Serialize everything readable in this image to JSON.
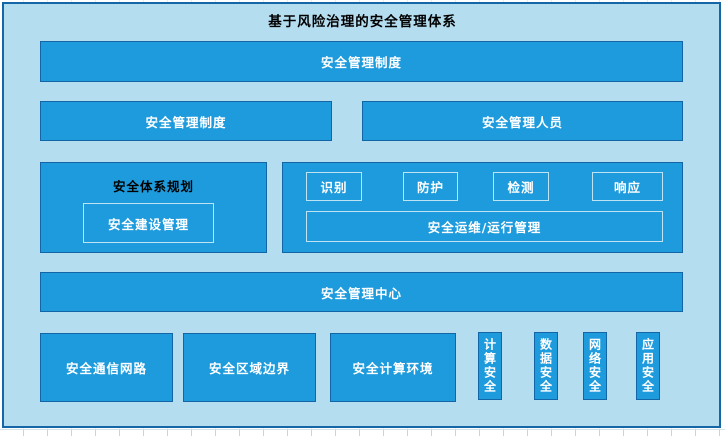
{
  "diagram": {
    "title": "基于风险治理的安全管理体系",
    "top_bar": "安全管理制度",
    "row2": {
      "left": "安全管理制度",
      "right": "安全管理人员"
    },
    "planning": {
      "title": "安全体系规划",
      "inner": "安全建设管理"
    },
    "operations": {
      "steps": [
        "识别",
        "防护",
        "检测",
        "响应"
      ],
      "bar": "安全运维/运行管理"
    },
    "center_bar": "安全管理中心",
    "bottom_row": [
      "安全通信网路",
      "安全区域边界",
      "安全计算环境"
    ],
    "vertical_boxes": [
      "计算安全",
      "数据安全",
      "网络安全",
      "应用安全"
    ]
  },
  "colors": {
    "canvas_background": "#b4ddef",
    "box_fill": "#1e9bdc",
    "box_border_dark": "#1465a5",
    "frame_border": "#1566a6",
    "inner_box_border_light": "#bee4f4",
    "title_text": "#000000",
    "box_text": "#ffffff"
  }
}
